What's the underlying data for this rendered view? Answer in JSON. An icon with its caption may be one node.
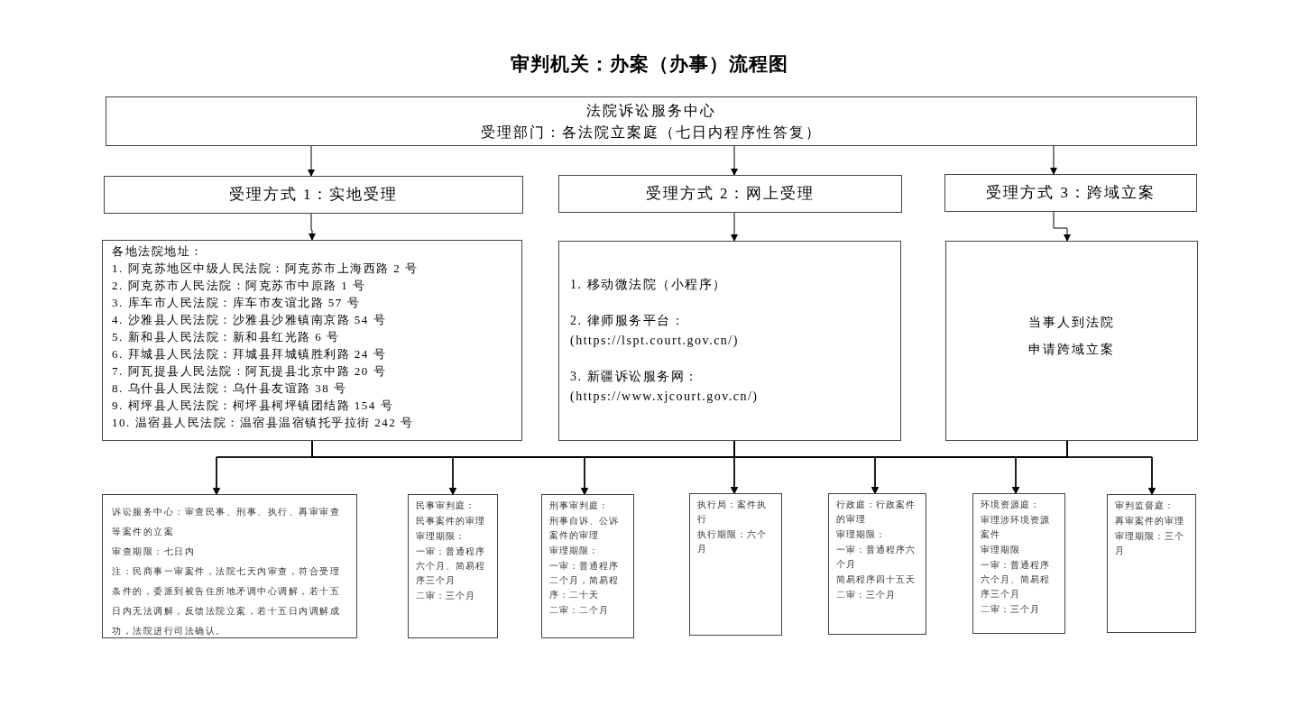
{
  "diagram": {
    "title": "审判机关：办案（办事）流程图",
    "nodes": [
      {
        "text": [
          "法院诉讼服务中心",
          "受理部门：各法院立案庭（七日内程序性答复）"
        ]
      },
      {
        "text": [
          "受理方式 1：实地受理"
        ]
      },
      {
        "text": [
          "受理方式 2：网上受理"
        ]
      },
      {
        "text": [
          "受理方式 3：跨域立案"
        ]
      },
      {
        "text": [
          "各地法院地址：",
          "1. 阿克苏地区中级人民法院：阿克苏市上海西路 2 号",
          "2. 阿克苏市人民法院：阿克苏市中原路 1 号",
          "3. 库车市人民法院：库车市友谊北路 57 号",
          "4. 沙雅县人民法院：沙雅县沙雅镇南京路 54 号",
          "5. 新和县人民法院：新和县红光路 6 号",
          "6. 拜城县人民法院：拜城县拜城镇胜利路 24 号",
          "7. 阿瓦提县人民法院：阿瓦提县北京中路 20 号",
          "8. 乌什县人民法院：乌什县友谊路 38 号",
          "9. 柯坪县人民法院：柯坪县柯坪镇团结路 154 号",
          "10. 温宿县人民法院：温宿县温宿镇托乎拉街 242 号"
        ]
      },
      {
        "text": [
          "1. 移动微法院（小程序）",
          "2. 律师服务平台：",
          "(https://lspt.court.gov.cn/)",
          "3. 新疆诉讼服务网：",
          "(https://www.xjcourt.gov.cn/)"
        ]
      },
      {
        "text": [
          "当事人到法院",
          "申请跨域立案"
        ]
      },
      {
        "text": [
          "诉讼服务中心：审查民事、刑事、执行、再审审查等案件的立案",
          "审查期限：七日内",
          "注：民商事一审案件，法院七天内审查，符合受理条件的，委派到被告住所地矛调中心调解，若十五日内无法调解，反馈法院立案，若十五日内调解成功，法院进行司法确认。"
        ]
      },
      {
        "text": [
          "民事审判庭：",
          "民事案件的审理",
          "审理期限：",
          "一审：普通程序六个月、简易程序三个月",
          "二审：三个月"
        ]
      },
      {
        "text": [
          "刑事审判庭：",
          "刑事自诉、公诉案件的审理",
          "审理期限：",
          "一审：普通程序二个月，简易程序：二十天",
          "二审：二个月"
        ]
      },
      {
        "text": [
          "执行局：案件执行",
          "执行期限：六个月"
        ]
      },
      {
        "text": [
          "行政庭：行政案件的审理",
          "审理期限：",
          "一审：普通程序六个月",
          "简易程序四十五天",
          "二审：三个月"
        ]
      },
      {
        "text": [
          "环境资源庭：",
          "审理涉环境资源案件",
          "审理期限",
          "一审：普通程序六个月、简易程序三个月",
          "二审：三个月"
        ]
      },
      {
        "text": [
          "审判监督庭：",
          "再审案件的审理",
          "审理期限：三个月"
        ]
      }
    ],
    "edges": [
      {
        "from": 0,
        "to": 1,
        "arrow": "to"
      },
      {
        "from": 0,
        "to": 2,
        "arrow": "to"
      },
      {
        "from": 0,
        "to": 3,
        "arrow": "to"
      },
      {
        "from": 1,
        "to": 4,
        "arrow": "to"
      },
      {
        "from": 2,
        "to": 5,
        "arrow": "to"
      },
      {
        "from": 3,
        "to": 6,
        "arrow": "to"
      },
      {
        "from": 4,
        "to": 7,
        "arrow": "to"
      },
      {
        "from": 4,
        "to": 8,
        "arrow": "to"
      },
      {
        "from": 4,
        "to": 9,
        "arrow": "to"
      },
      {
        "from": 4,
        "to": 10,
        "arrow": "to"
      },
      {
        "from": 4,
        "to": 11,
        "arrow": "to"
      },
      {
        "from": 4,
        "to": 12,
        "arrow": "to"
      },
      {
        "from": 4,
        "to": 13,
        "arrow": "to"
      },
      {
        "from": 5,
        "to": 7,
        "arrow": "to"
      },
      {
        "from": 5,
        "to": 8,
        "arrow": "to"
      },
      {
        "from": 5,
        "to": 9,
        "arrow": "to"
      },
      {
        "from": 5,
        "to": 10,
        "arrow": "to"
      },
      {
        "from": 5,
        "to": 11,
        "arrow": "to"
      },
      {
        "from": 5,
        "to": 12,
        "arrow": "to"
      },
      {
        "from": 5,
        "to": 13,
        "arrow": "to"
      },
      {
        "from": 6,
        "to": 7,
        "arrow": "to"
      },
      {
        "from": 6,
        "to": 8,
        "arrow": "to"
      },
      {
        "from": 6,
        "to": 9,
        "arrow": "to"
      },
      {
        "from": 6,
        "to": 10,
        "arrow": "to"
      },
      {
        "from": 6,
        "to": 11,
        "arrow": "to"
      },
      {
        "from": 6,
        "to": 12,
        "arrow": "to"
      },
      {
        "from": 6,
        "to": 13,
        "arrow": "to"
      }
    ]
  }
}
